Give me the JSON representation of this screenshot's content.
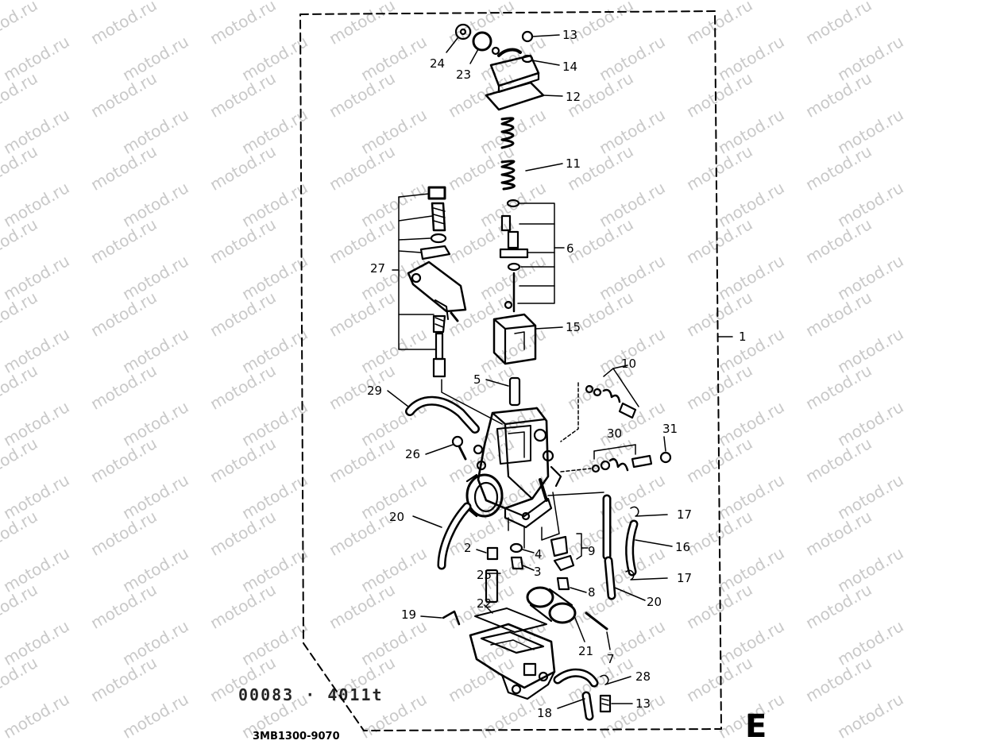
{
  "watermark": "motod.ru",
  "section_letter": "E",
  "drawing_code": "3MB1300-9070",
  "stamp_text": "00083 · 4011t",
  "parts": [
    {
      "id": "p1",
      "label": "1"
    },
    {
      "id": "p2",
      "label": "2"
    },
    {
      "id": "p3",
      "label": "3"
    },
    {
      "id": "p4",
      "label": "4"
    },
    {
      "id": "p5",
      "label": "5"
    },
    {
      "id": "p6",
      "label": "6"
    },
    {
      "id": "p7",
      "label": "7"
    },
    {
      "id": "p8",
      "label": "8"
    },
    {
      "id": "p9",
      "label": "9"
    },
    {
      "id": "p10",
      "label": "10"
    },
    {
      "id": "p11",
      "label": "11"
    },
    {
      "id": "p12",
      "label": "12"
    },
    {
      "id": "p13a",
      "label": "13"
    },
    {
      "id": "p13b",
      "label": "13"
    },
    {
      "id": "p14",
      "label": "14"
    },
    {
      "id": "p15",
      "label": "15"
    },
    {
      "id": "p16",
      "label": "16"
    },
    {
      "id": "p17a",
      "label": "17"
    },
    {
      "id": "p17b",
      "label": "17"
    },
    {
      "id": "p18",
      "label": "18"
    },
    {
      "id": "p19",
      "label": "19"
    },
    {
      "id": "p20a",
      "label": "20"
    },
    {
      "id": "p20b",
      "label": "20"
    },
    {
      "id": "p21",
      "label": "21"
    },
    {
      "id": "p22",
      "label": "22"
    },
    {
      "id": "p23",
      "label": "23"
    },
    {
      "id": "p24",
      "label": "24"
    },
    {
      "id": "p25",
      "label": "25"
    },
    {
      "id": "p26",
      "label": "26"
    },
    {
      "id": "p27",
      "label": "27"
    },
    {
      "id": "p28",
      "label": "28"
    },
    {
      "id": "p29",
      "label": "29"
    },
    {
      "id": "p30",
      "label": "30"
    },
    {
      "id": "p31",
      "label": "31"
    }
  ]
}
